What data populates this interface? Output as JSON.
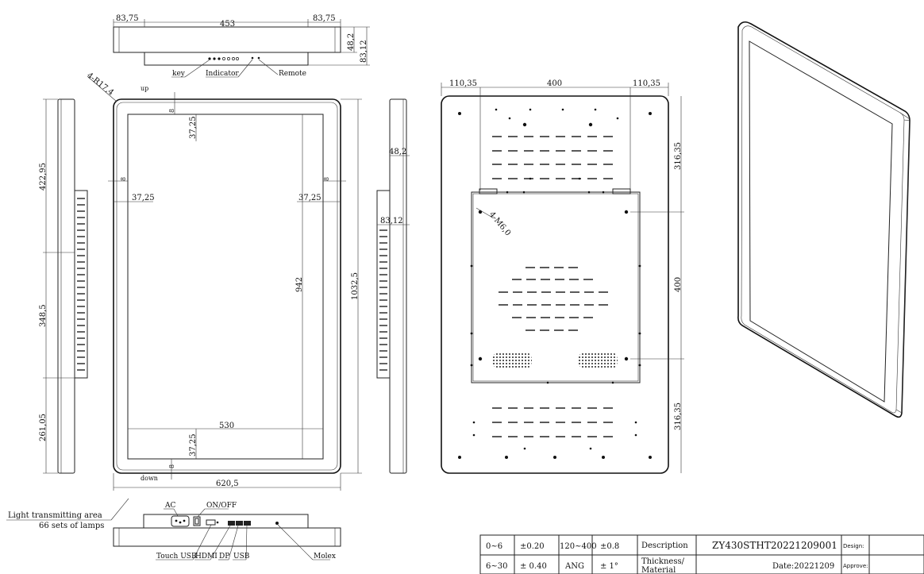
{
  "top_view": {
    "dims": [
      "83,75",
      "453",
      "83,75",
      "48,2",
      "83,12"
    ],
    "labels": [
      "key",
      "Indicator",
      "Remote"
    ]
  },
  "front_view": {
    "radius": "4-R17,4",
    "up": "up",
    "down": "down",
    "bezel_8": "8",
    "dim_37_25": "37,25",
    "dim_942": "942",
    "dim_530": "530",
    "dim_height": "1032,5",
    "dim_width": "620,5"
  },
  "left_side": {
    "dims": [
      "422,95",
      "348,5",
      "261,05"
    ]
  },
  "right_side": {
    "dims": [
      "48,2",
      "83,12"
    ]
  },
  "light_area": {
    "line1": "Light transmitting area",
    "line2": "66 sets of lamps"
  },
  "bottom_view": {
    "top_labels": [
      "AC",
      "ON/OFF"
    ],
    "bottom_labels": [
      "Touch USB",
      "HDMI",
      "DP",
      "USB",
      "Molex"
    ]
  },
  "back_view": {
    "dims": [
      "110,35",
      "400",
      "110,35"
    ],
    "vdims": [
      "316,35",
      "400",
      "316,35"
    ],
    "hole_label": "4-M6,0"
  },
  "title_block": {
    "row1": [
      "0~6",
      "±0.20",
      "120~400",
      "±0.8",
      "Description",
      "ZY430STHT20221209001",
      "Design:"
    ],
    "row2": [
      "6~30",
      "± 0.40",
      "ANG",
      "±  1°",
      "Thickness/",
      "Material",
      "Date:20221209",
      "Approve:"
    ]
  }
}
